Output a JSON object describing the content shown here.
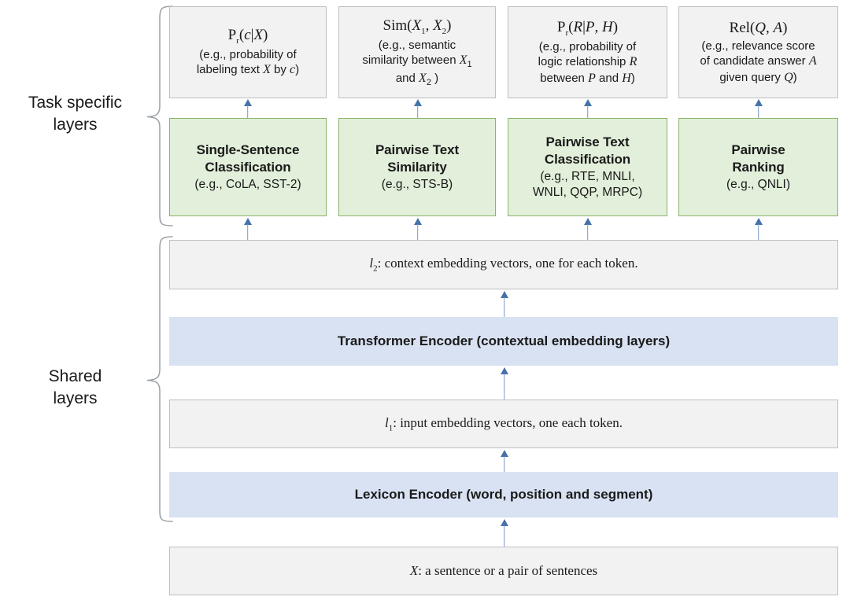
{
  "diagram": {
    "title": "MT-DNN multi-task model architecture",
    "side_labels": {
      "task_specific": "Task specific\nlayers",
      "task_specific_line1": "Task specific",
      "task_specific_line2": "layers",
      "shared_line1": "Shared",
      "shared_line2": "layers"
    },
    "colors": {
      "grey_fill": "#f2f2f2",
      "grey_border": "#bfbfbf",
      "green_fill": "#e2efda",
      "green_border": "#8ab46a",
      "blue_fill": "#d9e2f3",
      "blue_border": "#4b6889",
      "arrow": "#4472a8"
    },
    "columns": [
      {
        "output": {
          "formula_html": "P<sub>r</sub>(<i>c</i>|<i>X</i>)",
          "formula_text": "Pr(c|X)",
          "desc_html": "(e.g., probability of<br>labeling text <i>X</i> by <i>c</i>)",
          "desc_text": "(e.g., probability of labeling text X by c)"
        },
        "task": {
          "heading_line1": "Single-Sentence",
          "heading_line2": "Classification",
          "examples": "(e.g., CoLA, SST-2)"
        }
      },
      {
        "output": {
          "formula_html": "Sim(<i>X</i><sub>1</sub>, <i>X</i><sub>2</sub>)",
          "formula_text": "Sim(X1, X2)",
          "desc_html": "(e.g., semantic<br>similarity between <i>X</i><sub>1</sub><br>and <i>X</i><sub>2</sub> )",
          "desc_text": "(e.g., semantic similarity between X1 and X2 )"
        },
        "task": {
          "heading_line1": "Pairwise Text",
          "heading_line2": "Similarity",
          "examples": "(e.g., STS-B)"
        }
      },
      {
        "output": {
          "formula_html": "P<sub>r</sub>(<i>R</i>|<i>P</i>, <i>H</i>)",
          "formula_text": "Pr(R|P,H)",
          "desc_html": "(e.g., probability of<br>logic relationship <i>R</i><br>between <i>P</i> and <i>H</i>)",
          "desc_text": "(e.g., probability of logic relationship R between P and H)"
        },
        "task": {
          "heading_line1": "Pairwise Text",
          "heading_line2": "Classification",
          "examples": "(e.g., RTE, MNLI,\nWNLI, QQP, MRPC)",
          "examples_line1": "(e.g., RTE, MNLI,",
          "examples_line2": "WNLI, QQP, MRPC)"
        }
      },
      {
        "output": {
          "formula_html": "Rel(<i>Q</i>, <i>A</i>)",
          "formula_text": "Rel(Q,A)",
          "desc_html": "(e.g., relevance score<br>of candidate answer <i>A</i><br>given query <i>Q</i>)",
          "desc_text": "(e.g., relevance score of candidate answer A given query Q)"
        },
        "task": {
          "heading_line1": "Pairwise",
          "heading_line2": "Ranking",
          "examples": "(e.g., QNLI)"
        }
      }
    ],
    "shared_layers": [
      {
        "id": "context-embedding",
        "style": "grey",
        "label_html": "<i>l</i><sub>2</sub>: context embedding vectors, one for each token.",
        "label_text": "l2: context embedding vectors, one for each token."
      },
      {
        "id": "transformer-encoder",
        "style": "blue",
        "label_html": "Transformer Encoder (contextual embedding layers)",
        "label_text": "Transformer Encoder (contextual embedding layers)"
      },
      {
        "id": "input-embedding",
        "style": "grey",
        "label_html": "<i>l</i><sub>1</sub>: input embedding vectors, one each token.",
        "label_text": "l1: input embedding vectors, one each token."
      },
      {
        "id": "lexicon-encoder",
        "style": "blue",
        "label_html": "Lexicon Encoder (word, position and segment)",
        "label_text": "Lexicon Encoder (word, position and segment)"
      },
      {
        "id": "input-sentence",
        "style": "grey",
        "label_html": "<i>X</i>: a sentence or a pair of sentences",
        "label_text": "X: a sentence or a pair of sentences"
      }
    ]
  }
}
